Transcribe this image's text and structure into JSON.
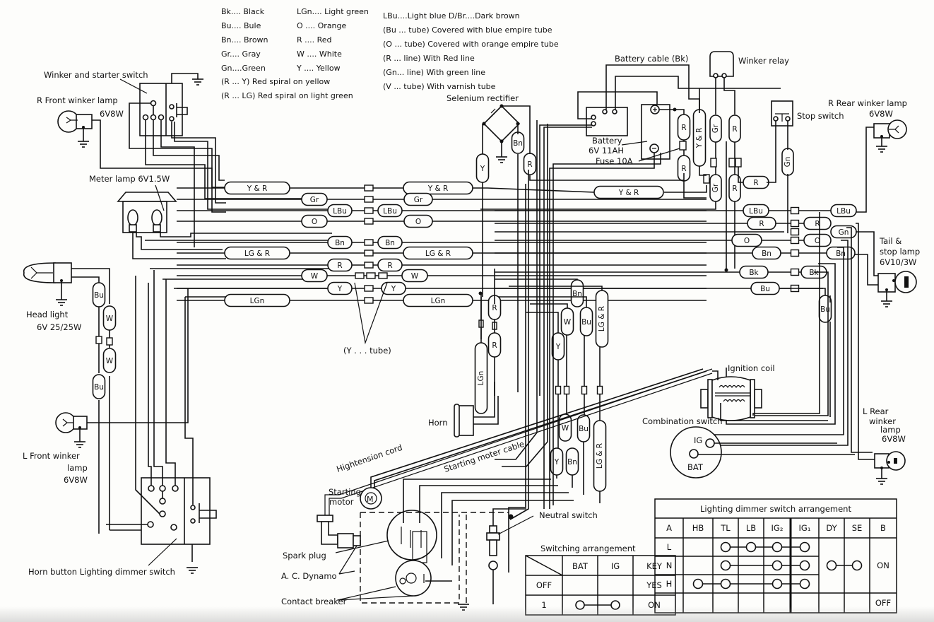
{
  "legend": {
    "col1": [
      "Bk.... Black",
      "Bu.... Bule",
      "Bn.... Brown",
      "Gr.... Gray",
      "Gn....Green"
    ],
    "col2": [
      "LGn.... Light green",
      "O  .... Orange",
      "R  .... Red",
      "W  .... White",
      "Y  .... Yellow"
    ],
    "col3": [
      "LBu....Light blue   D/Br....Dark brown",
      "(Bu ... tube) Covered with blue empire tube",
      "(O ... tube) Covered with orange empire tube",
      "(R ... line) With Red line",
      "(Gn... line) With green line",
      "(V ... tube) With varnish tube"
    ],
    "spirals": [
      "(R ... Y) Red spiral on yellow",
      "(R ... LG) Red spiral on light green"
    ]
  },
  "components": {
    "winker_starter_switch": "Winker and starter switch",
    "front_winker_r": [
      "R   Front winker lamp",
      "6V8W"
    ],
    "meter_lamp": "Meter lamp 6V1.5W",
    "head_light": [
      "Head light",
      "6V 25/25W"
    ],
    "front_winker_l": [
      "L   Front winker",
      "lamp",
      "6V8W"
    ],
    "horn_dimmer_switch": "Horn button Lighting dimmer switch",
    "selenium_rectifier": "Selenium rectifier",
    "battery_cable": "Battery cable (Bk)",
    "battery": [
      "Battery",
      "6V 11AH"
    ],
    "fuse": "Fuse 10A",
    "winker_relay": "Winker relay",
    "stop_switch": "Stop switch",
    "rear_winker_r": [
      "R   Rear winker lamp",
      "6V8W"
    ],
    "tail_stop_lamp": [
      "Tail &",
      "stop lamp",
      "6V10/3W"
    ],
    "y_tube": "(Y . . . tube)",
    "horn": "Horn",
    "ignition_coil": "Ignition coil",
    "combination_switch": "Combination switch",
    "comb_ig": "IG",
    "comb_bat": "BAT",
    "rear_winker_l": [
      "L   Rear",
      "winker",
      "lamp",
      "6V8W"
    ],
    "hightension_cord": "Hightension cord",
    "starting_motor_cable": "Starting moter cable",
    "starting_motor": [
      "Starting",
      "motor"
    ],
    "motor_symbol": "M",
    "neutral_switch": "Neutral switch",
    "spark_plug": "Spark plug",
    "ac_dynamo": "A. C. Dynamo",
    "contact_breaker": "Contact breaker"
  },
  "harness_left": [
    "Y & R",
    "Gr",
    "LBu",
    "O",
    "Bn",
    "LG & R",
    "R",
    "W",
    "Y",
    "LGn"
  ],
  "harness_right": [
    "Y & R",
    "Gr",
    "LBu",
    "O",
    "Bn",
    "LG & R",
    "R",
    "W",
    "Y",
    "LGn"
  ],
  "tubes_misc": {
    "headlight": [
      "Bu",
      "W",
      "W",
      "Bu"
    ],
    "rectifier": [
      "Y",
      "Bn",
      "R"
    ],
    "battery_area": [
      "R",
      "R",
      "Y & R",
      "Gr",
      "Gr",
      "R",
      "R",
      "R",
      "Gn"
    ],
    "right_harness_left": [
      "Y & R",
      "LBu",
      "R",
      "O",
      "Bn",
      "Bk",
      "Bu"
    ],
    "right_harness_right": [
      "LBu",
      "R",
      "Gn",
      "O",
      "Bn",
      "Bk",
      "Bu"
    ],
    "horn": [
      "R",
      "R",
      "LGn"
    ],
    "center_upper": [
      "Bn",
      "W",
      "Bu",
      "LG & R",
      "Y"
    ],
    "center_lower": [
      "W",
      "Bu",
      "LG & R",
      "Y",
      "Bn"
    ]
  },
  "switching_arrangement": {
    "title": "Switching arrangement",
    "columns": [
      "BAT",
      "IG",
      "KEY"
    ],
    "rows": [
      {
        "label": "OFF",
        "key": "YES",
        "connected": []
      },
      {
        "label": "1",
        "key": "ON",
        "connected": [
          "BAT",
          "IG"
        ]
      }
    ]
  },
  "dimmer_arrangement": {
    "title": "Lighting dimmer switch arrangement",
    "columns": [
      "A",
      "HB",
      "TL",
      "LB",
      "IG₂",
      "IG₁",
      "DY",
      "SE",
      "B"
    ],
    "rows": [
      {
        "label": "L",
        "connected": [
          "TL",
          "LB",
          "IG₂",
          "IG₁"
        ]
      },
      {
        "label": "N",
        "connected": [
          "TL",
          "IG₂",
          "IG₁"
        ]
      },
      {
        "label": "H",
        "connected": [
          "HB",
          "TL",
          "IG₂",
          "IG₁"
        ]
      }
    ],
    "dy_se_connected": true,
    "b_on": "ON",
    "b_off": "OFF"
  }
}
